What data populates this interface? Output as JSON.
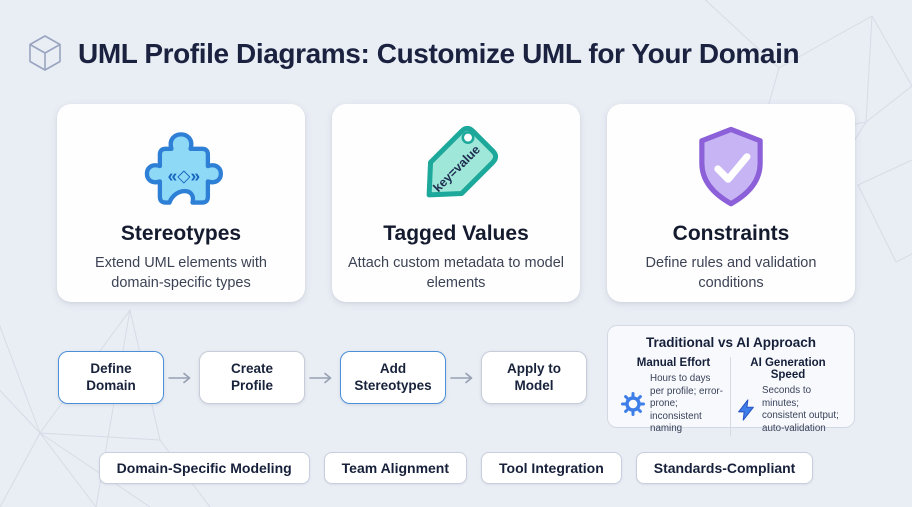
{
  "header": {
    "title": "UML Profile Diagrams: Customize UML for Your Domain",
    "icon": "cube-wireframe-icon"
  },
  "cards": [
    {
      "title": "Stereotypes",
      "description": "Extend UML elements with domain-specific types",
      "icon": "puzzle-piece-icon",
      "icon_label": "«◇»",
      "icon_fill": "#8ed9f6",
      "icon_stroke": "#2e7fd6",
      "icon_text_color": "#1565c0"
    },
    {
      "title": "Tagged Values",
      "description": "Attach custom metadata to model elements",
      "icon": "tag-icon",
      "icon_label": "key=value",
      "icon_fill": "#9fe8d9",
      "icon_stroke": "#1ca89a",
      "icon_text_color": "#1d2b4f"
    },
    {
      "title": "Constraints",
      "description": "Define rules and validation conditions",
      "icon": "shield-check-icon",
      "icon_fill": "#c6b4f4",
      "icon_stroke": "#8c60d8"
    }
  ],
  "flow": {
    "accent_color": "#4a8fd8",
    "steps": [
      {
        "label": "Define\nDomain",
        "accent": true
      },
      {
        "label": "Create\nProfile",
        "accent": false
      },
      {
        "label": "Add\nStereotypes",
        "accent": true
      },
      {
        "label": "Apply to\nModel",
        "accent": false
      }
    ]
  },
  "comparison": {
    "title": "Traditional vs AI Approach",
    "icon_color": "#3f7ee8",
    "left": {
      "heading": "Manual Effort",
      "icon": "gear-icon",
      "text": "Hours to days per profile; error-prone; inconsistent naming"
    },
    "right": {
      "heading": "AI Generation Speed",
      "icon": "lightning-icon",
      "text": "Seconds to minutes; consistent output; auto-validation"
    }
  },
  "badges": [
    "Domain-Specific Modeling",
    "Team Alignment",
    "Tool Integration",
    "Standards-Compliant"
  ]
}
